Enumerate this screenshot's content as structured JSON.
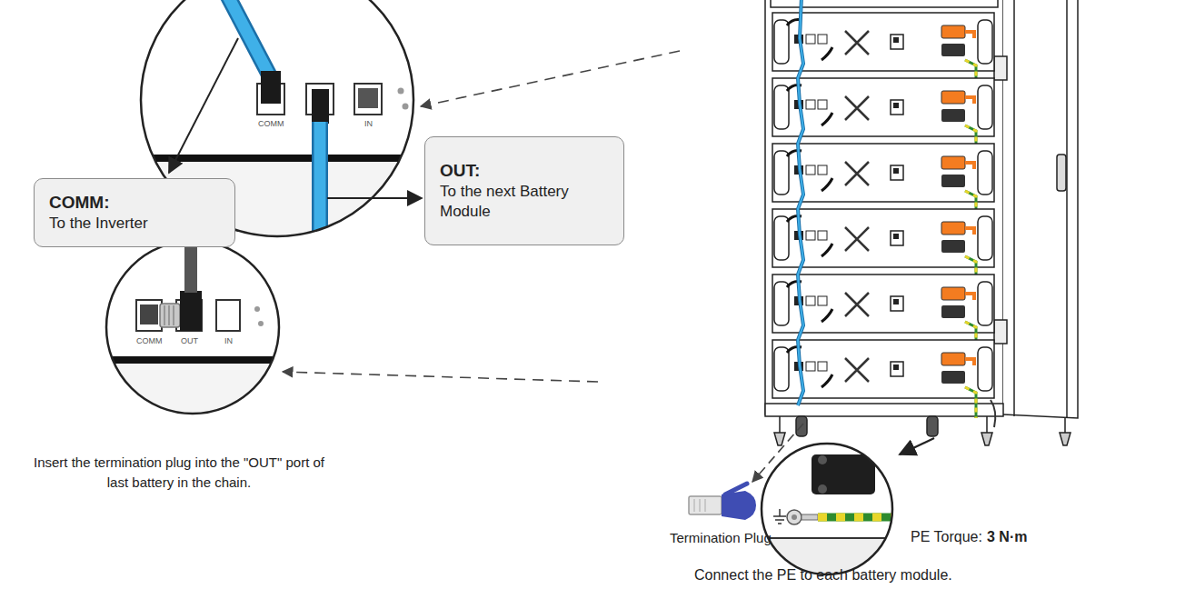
{
  "diagram": {
    "nodes": [
      {
        "text": [
          "COMM:",
          "To the Inverter"
        ]
      },
      {
        "text": [
          "OUT:",
          "To the next Battery Module"
        ]
      }
    ],
    "labels": [
      "COMM",
      "IN",
      "COMM",
      "OUT",
      "IN",
      "Insert the termination plug into the \"OUT\" port of last battery in the chain.",
      "Termination Plug",
      "PE Torque:",
      "3 N·m",
      "Connect the PE to each battery module."
    ]
  }
}
